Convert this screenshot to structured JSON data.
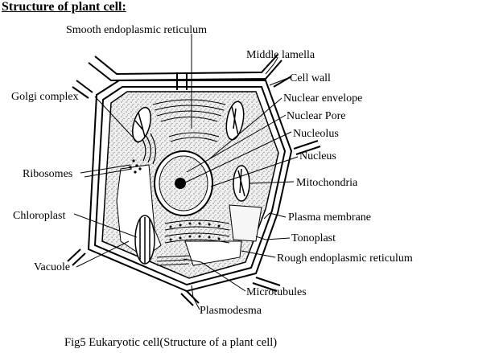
{
  "title": "Structure of plant cell:",
  "caption": "Fig5 Eukaryotic cell(Structure of a plant cell)",
  "labels": {
    "smooth_er": "Smooth endoplasmic reticulum",
    "middle_lamella": "Middle lamella",
    "cell_wall": "Cell wall",
    "golgi": "Golgi complex",
    "nuclear_envelope": "Nuclear envelope",
    "nuclear_pore": "Nuclear Pore",
    "nucleolus": "Nucleolus",
    "nucleus": "Nucleus",
    "ribosomes": "Ribosomes",
    "mitochondria": "Mitochondria",
    "chloroplast": "Chloroplast",
    "plasma_membrane": "Plasma membrane",
    "tonoplast": "Tonoplast",
    "vacuole": "Vacuole",
    "rough_er": "Rough endoplasmic reticulum",
    "microtubules": "Microtubules",
    "plasmodesma": "Plasmodesma"
  }
}
